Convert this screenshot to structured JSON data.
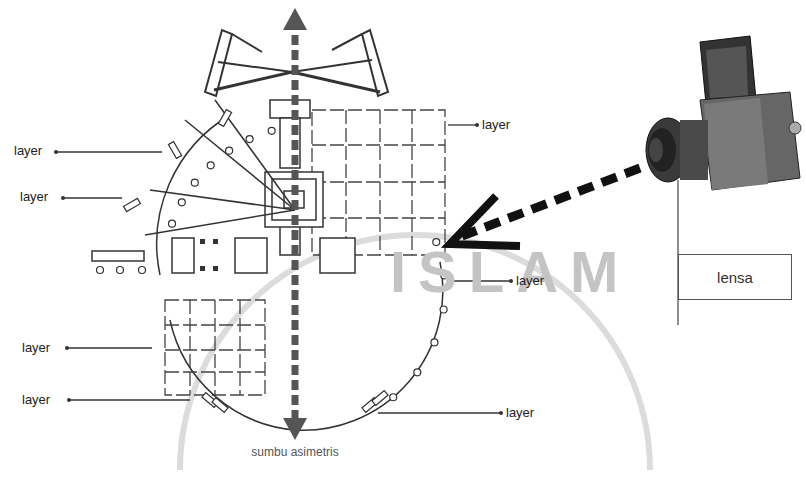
{
  "diagram": {
    "nodes": [
      {
        "text": [
          "lensa"
        ]
      }
    ],
    "labels": [
      "layer",
      "layer",
      "layer",
      "layer",
      "layer",
      "layer",
      "layer",
      "sumbu asimetris",
      "ISLAM"
    ]
  }
}
